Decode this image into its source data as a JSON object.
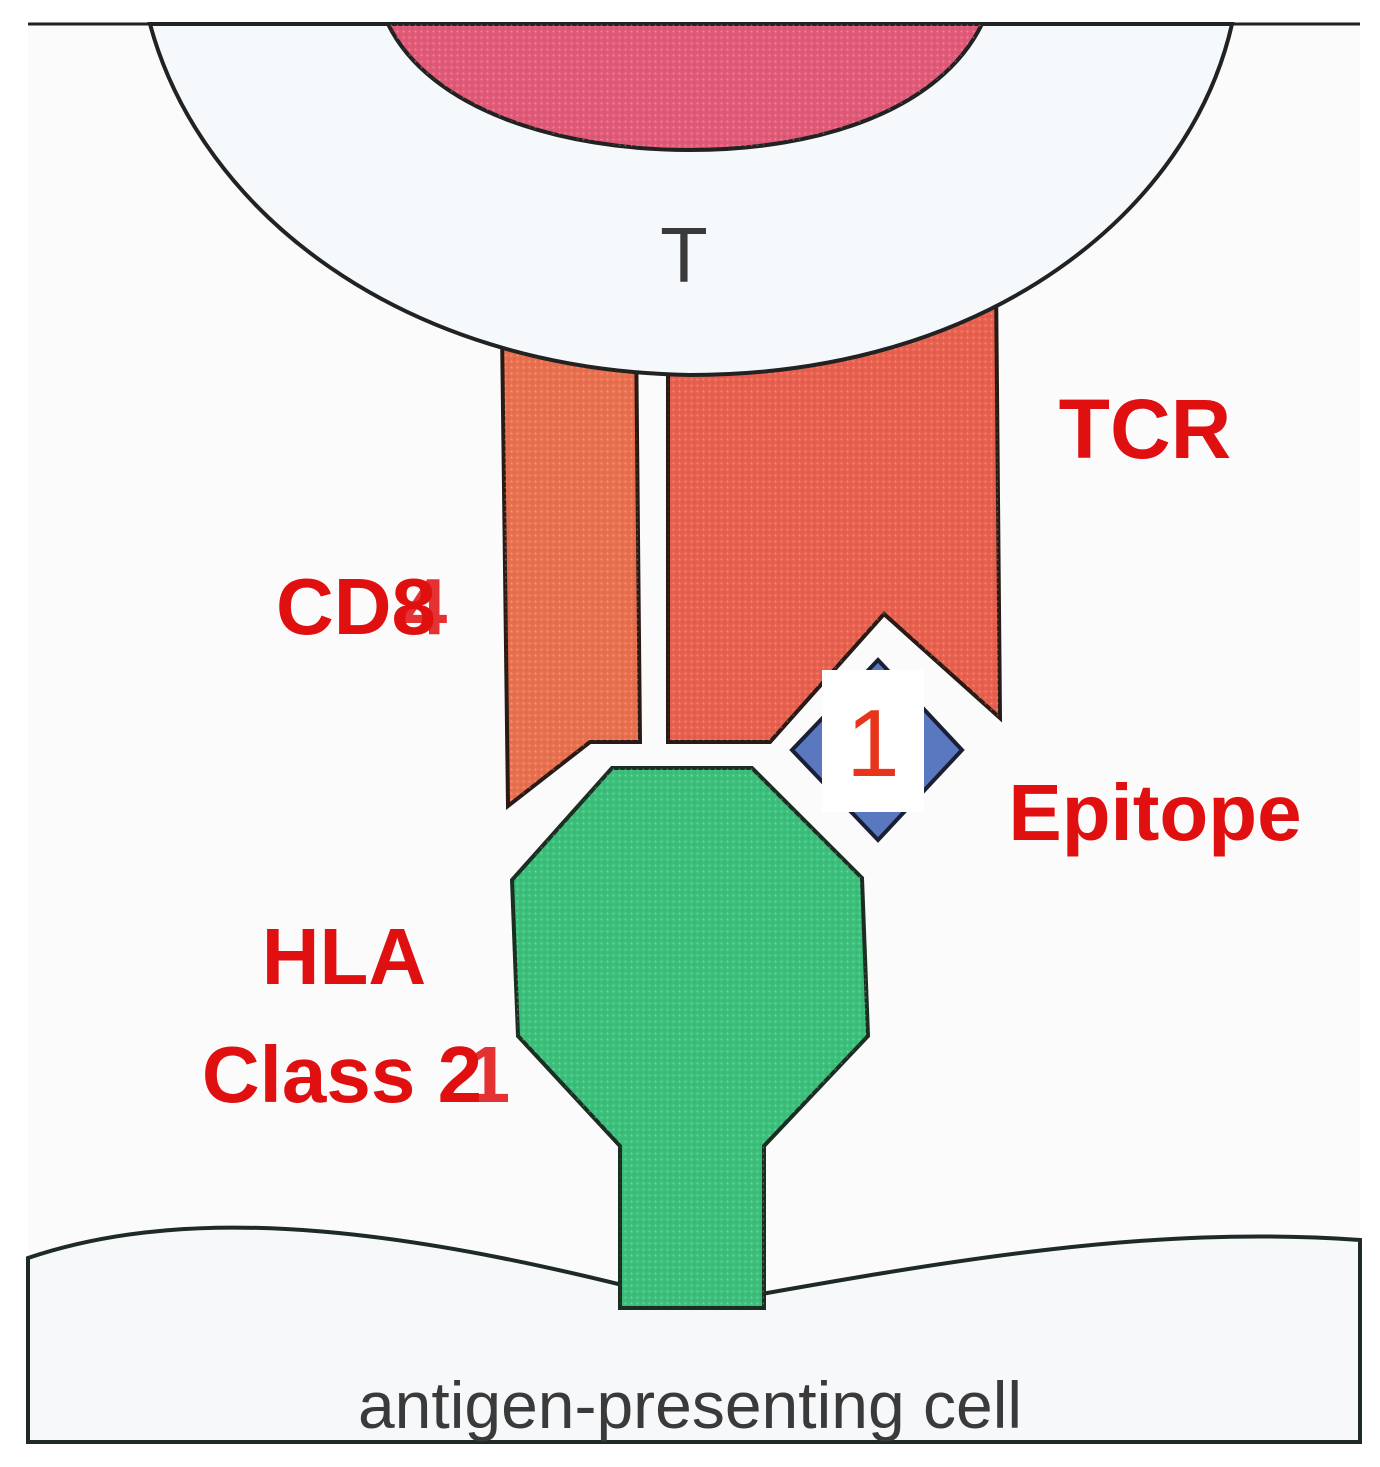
{
  "diagram": {
    "cell_letter": "T",
    "labels": {
      "tcr": "TCR",
      "cd8": "CD8",
      "cd4_overlay": "4",
      "epitope": "Epitope",
      "hla_line1": "HLA",
      "hla_line2": "Class 2",
      "class1_overlay": "1",
      "apc": "antigen-presenting cell",
      "callout_number": "1"
    },
    "colors": {
      "t_cell_nucleus": "#e05a78",
      "tcr": "#e8604e",
      "cd8": "#e8704e",
      "hla": "#3cbf7a",
      "epitope": "#5a78c0",
      "label_red": "#e01010"
    }
  }
}
